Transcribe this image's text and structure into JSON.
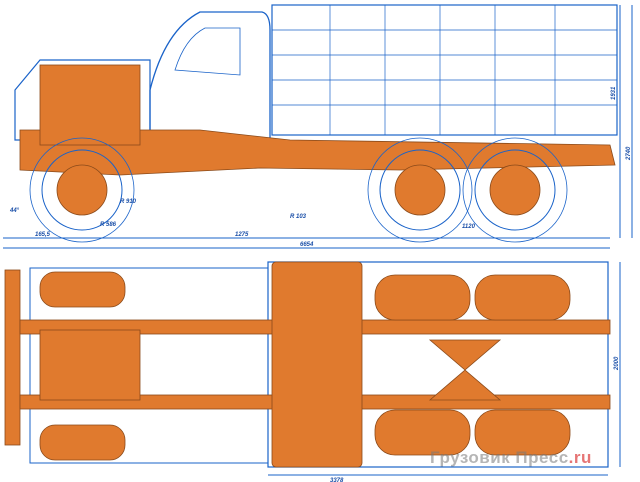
{
  "drawing": {
    "side_view_dimensions": [
      "165,5",
      "1275",
      "6654",
      "R 586",
      "R 910",
      "R 103",
      "1120",
      "44°",
      "1931",
      "2740"
    ],
    "plan_view_dimensions": [
      "3378",
      "2000"
    ]
  },
  "watermark": {
    "text": "Грузовик Пресс",
    "suffix": ".ru"
  },
  "colors": {
    "line": "#1a63c9",
    "chassis": "#e07a2e"
  }
}
